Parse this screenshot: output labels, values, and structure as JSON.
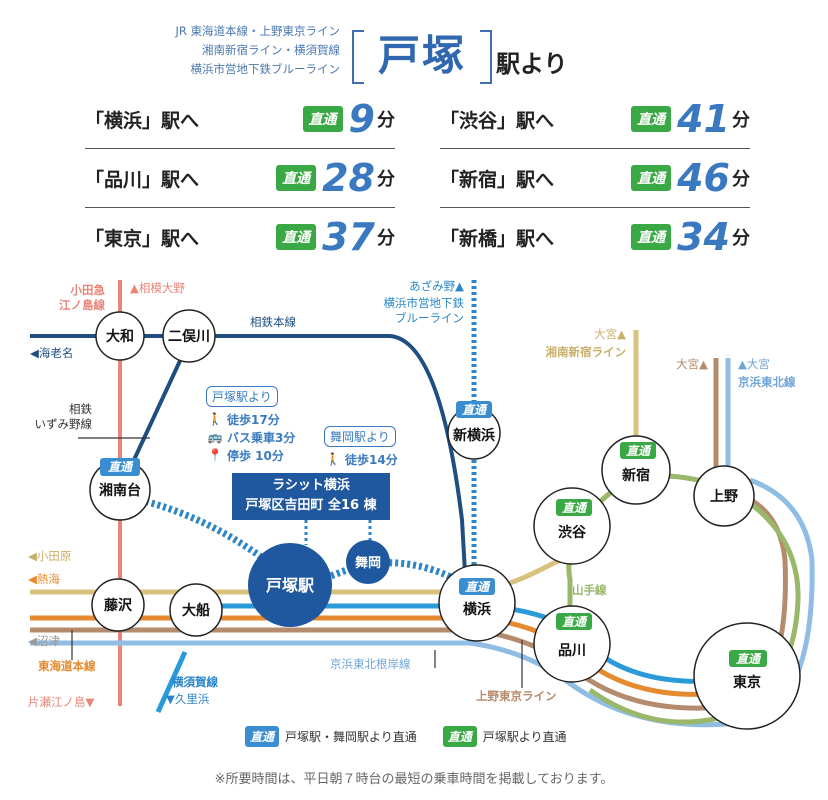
{
  "header": {
    "lines": [
      "JR 東海道本線・上野東京ライン",
      "湘南新宿ライン・横須賀線",
      "横浜市営地下鉄ブルーライン"
    ],
    "station": "戸塚",
    "suffix": "駅より"
  },
  "direct_label": "直通",
  "minute_unit": "分",
  "travel_times": {
    "left": [
      {
        "dest": "「横浜」駅へ",
        "minutes": "9"
      },
      {
        "dest": "「品川」駅へ",
        "minutes": "28"
      },
      {
        "dest": "「東京」駅へ",
        "minutes": "37"
      }
    ],
    "right": [
      {
        "dest": "「渋谷」駅へ",
        "minutes": "41"
      },
      {
        "dest": "「新宿」駅へ",
        "minutes": "46"
      },
      {
        "dest": "「新橋」駅へ",
        "minutes": "34"
      }
    ]
  },
  "map": {
    "stations": {
      "yamato": "大和",
      "futamatagawa": "二俣川",
      "shonandai": "湘南台",
      "fujisawa": "藤沢",
      "ofuna": "大船",
      "totsuka": "戸塚駅",
      "maioka": "舞岡",
      "shinyokohama": "新横浜",
      "yokohama": "横浜",
      "shibuya": "渋谷",
      "shinjuku": "新宿",
      "ueno": "上野",
      "shinagawa": "品川",
      "tokyo": "東京"
    },
    "labels": {
      "odakyu_1": "小田急",
      "odakyu_2": "江ノ島線",
      "sagamiono": "▲相模大野",
      "ebina": "◀海老名",
      "sotetsu_main": "相鉄本線",
      "izumino_1": "相鉄",
      "izumino_2": "いずみ野線",
      "odawara": "◀小田原",
      "atami": "◀熱海",
      "numazu": "◀沼津",
      "tokaido": "東海道本線",
      "katase": "片瀬江ノ島▼",
      "yokosuka": "横須賀線",
      "kurihama": "▼久里浜",
      "azamino": "あざみ野▲",
      "blueline_1": "横浜市営地下鉄",
      "blueline_2": "ブルーライン",
      "omiya_sj": "大宮▲",
      "shonan_shinjuku": "湘南新宿ライン",
      "omiya_ut": "大宮▲",
      "omiya_kt": "▲大宮",
      "keihin_tohoku": "京浜東北線",
      "yamanote": "山手線",
      "negishi": "京浜東北根岸線",
      "ueno_tokyo": "上野東京ライン"
    },
    "access": {
      "from_totsuka": "戸塚駅より",
      "walk_totsuka": "徒歩17分",
      "bus": "バス乗車3分",
      "stop_walk": "停歩 10分",
      "from_maioka": "舞岡駅より",
      "walk_maioka": "徒歩14分"
    },
    "property": {
      "line1": "ラシット横浜",
      "line2": "戸塚区吉田町 全16 棟"
    }
  },
  "legend": {
    "blue_text": "戸塚駅・舞岡駅より直通",
    "green_text": "戸塚駅より直通"
  },
  "note": "※所要時間は、平日朝７時台の最短の乗車時間を掲載しております。",
  "colors": {
    "accent_blue": "#2f67b0",
    "direct_green": "#3aa845",
    "direct_blue": "#3a8dd0",
    "sotetsu": "#1f4e80",
    "odakyu": "#e8857a",
    "tokaido": "#e58a2e",
    "shonan_shinjuku": "#d9c27e",
    "ueno_tokyo": "#b48b6c",
    "yokosuka": "#2a9ad8",
    "keihin_tohoku": "#8fbde3",
    "yamanote": "#9ab86a",
    "blueline": "#2a86c8"
  }
}
